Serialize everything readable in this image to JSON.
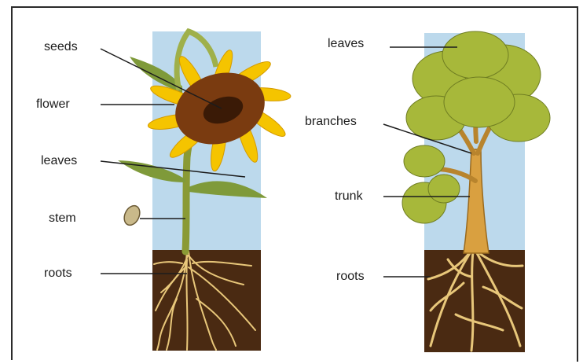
{
  "plant_labels": {
    "seeds": "seeds",
    "flower": "flower",
    "leaves": "leaves",
    "stem": "stem",
    "roots": "roots"
  },
  "tree_labels": {
    "leaves": "leaves",
    "branches": "branches",
    "trunk": "trunk",
    "roots": "roots"
  },
  "colors": {
    "sky": "#bcd9ec",
    "soil": "#4a2a12",
    "root": "#e8c77a",
    "petal": "#f5c400",
    "seedhead": "#7a3b10",
    "leaf": "#7f9a3a",
    "tree_leaf": "#a7b83a",
    "trunk": "#d9a040",
    "line": "#1c1c1c"
  }
}
